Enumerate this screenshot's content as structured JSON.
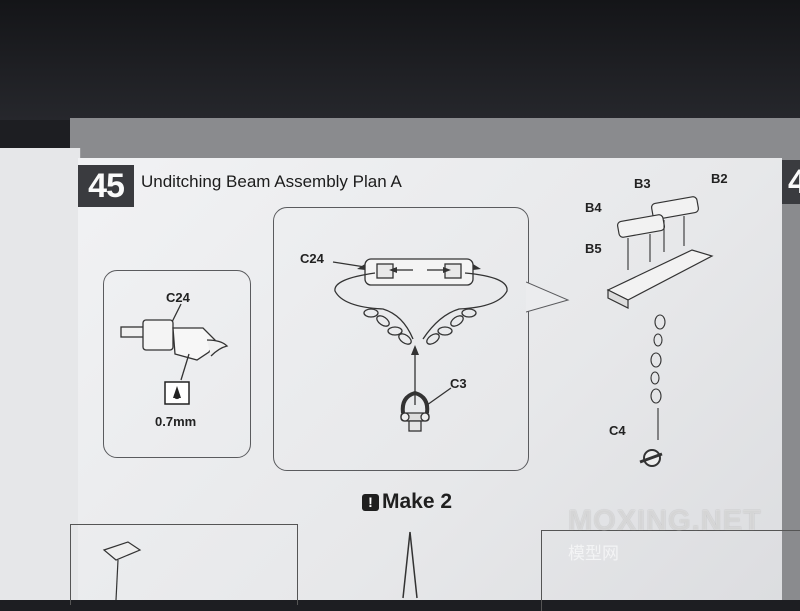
{
  "step": {
    "number": "45",
    "title": "Unditching Beam Assembly Plan A",
    "next_number": "4"
  },
  "detail": {
    "part_label": "C24",
    "drill_size": "0.7mm"
  },
  "assembly": {
    "part_top": "C24",
    "part_bottom": "C3"
  },
  "exploded": {
    "labels": [
      "B3",
      "B2",
      "B4",
      "B5",
      "C4"
    ]
  },
  "instruction": {
    "make_label": "Make 2"
  },
  "watermark": {
    "main": "MOXING.NET",
    "sub": "模型网"
  },
  "colors": {
    "step_box": "#3a3b3f",
    "line": "#3a3a3a",
    "paper": "#ebecee"
  },
  "icons": [
    "drill-icon",
    "shackle-icon",
    "chain-icon",
    "exclamation-icon"
  ]
}
